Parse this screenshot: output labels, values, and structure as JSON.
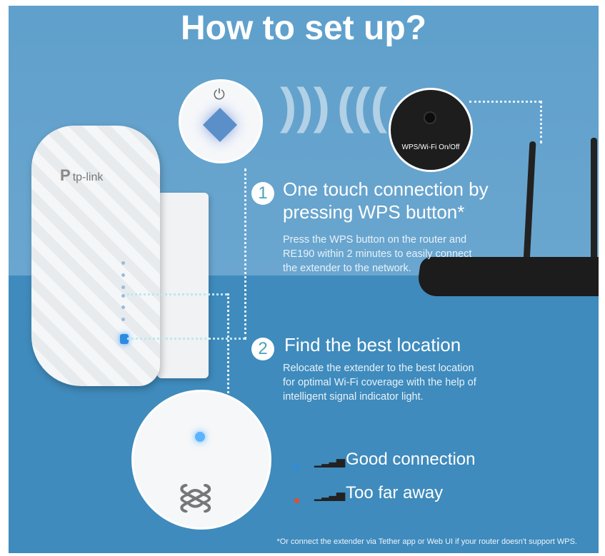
{
  "title": "How to set up?",
  "brand": "tp-link",
  "router_button_label": "WPS/Wi-Fi On/Off",
  "step1": {
    "number": "1",
    "heading_line1": "One touch connection by",
    "heading_line2": "pressing WPS button*",
    "body": [
      "Press the WPS button on the router and",
      "RE190 within 2 minutes to easily connect",
      "the extender to the network."
    ]
  },
  "step2": {
    "number": "2",
    "heading": "Find the best location",
    "body": [
      "Relocate the extender to the best location",
      "for optimal Wi-Fi coverage with the help of",
      "intelligent signal indicator light."
    ]
  },
  "legend": [
    {
      "label": "Good connection",
      "color": "#2e8be0"
    },
    {
      "label": "Too far away",
      "color": "#e0502a"
    }
  ],
  "footnote": "*Or connect the extender via Tether app or Web UI if your router doesn't support WPS."
}
